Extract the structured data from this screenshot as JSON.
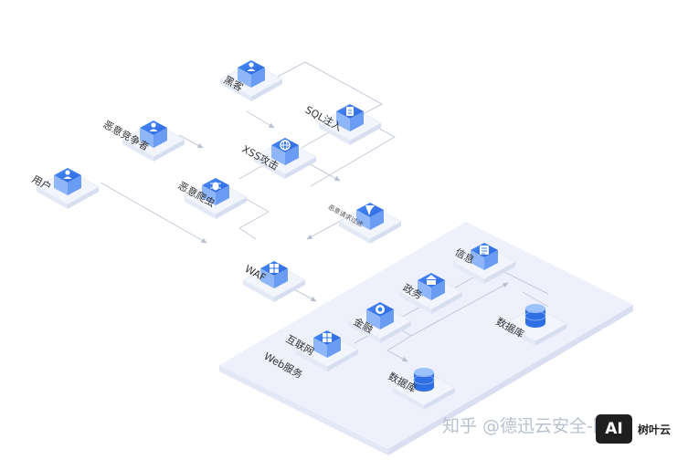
{
  "diagram": {
    "nodes": {
      "hacker": {
        "label": "黑客",
        "icon": "user-icon"
      },
      "sql": {
        "label": "SQL注入",
        "icon": "document-icon"
      },
      "xss": {
        "label": "XSS攻击",
        "icon": "globe-icon"
      },
      "competitor": {
        "label": "恶意竞争者",
        "icon": "user-icon"
      },
      "crawler": {
        "label": "恶意爬虫",
        "icon": "bug-icon"
      },
      "user": {
        "label": "用户",
        "icon": "user-icon"
      },
      "malicious_request": {
        "label": "恶意请求过滤",
        "icon": "flag-icon"
      },
      "waf": {
        "label": "WAF",
        "icon": "grid-icon"
      },
      "internet": {
        "label": "互联网",
        "icon": "grid-icon"
      },
      "finance": {
        "label": "金融",
        "icon": "coin-icon"
      },
      "gov": {
        "label": "政务",
        "icon": "building-icon"
      },
      "info": {
        "label": "信息",
        "icon": "list-icon"
      },
      "db_right": {
        "label": "数据库",
        "icon": "database-icon"
      },
      "db_bottom": {
        "label": "数据库",
        "icon": "database-icon"
      }
    },
    "platform_label": "Web服务"
  },
  "watermark": {
    "text": "知乎 @德迅云安全-网络",
    "logo": "AI",
    "logo_text": "树叶云"
  },
  "colors": {
    "platform": "#eef1fb",
    "block_top": "#f2f5fc",
    "block_side": "#dfe5f5",
    "icon_blue": "#3b82f6",
    "icon_light": "#93c5fd",
    "arrow": "#c4cbd8"
  }
}
